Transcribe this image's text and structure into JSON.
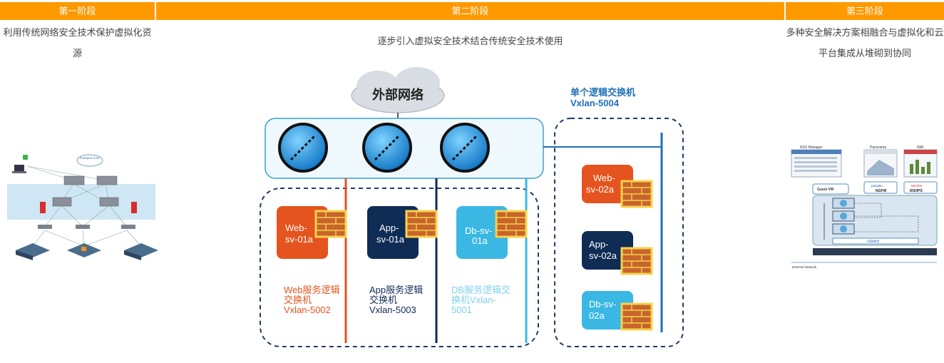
{
  "stages": [
    {
      "title": "第一阶段",
      "desc": "利用传统网络安全技术保护虚拟化资源"
    },
    {
      "title": "第二阶段",
      "desc": "逐步引入虚拟安全技术结合传统安全技术使用"
    },
    {
      "title": "第三阶段",
      "desc": "多种安全解决方案相融合与虚拟化和云平台集成从堆砌到协同"
    }
  ],
  "stage1_diagram": {
    "cloud_label": "Campus Core"
  },
  "stage2_diagram": {
    "cloud_label": "外部网络",
    "single_switch_title": "单个逻辑交换机",
    "single_switch_id": "Vxlan-5004",
    "vms": [
      {
        "l1": "Web-",
        "l2": "sv-01a"
      },
      {
        "l1": "App-",
        "l2": "sv-01a"
      },
      {
        "l1": "Db-sv-",
        "l2": "01a"
      },
      {
        "l1": "Web-",
        "l2": "sv-02a"
      },
      {
        "l1": "App-",
        "l2": "sv-02a"
      },
      {
        "l1": "Db-sv-",
        "l2": "02a"
      }
    ],
    "switch_labels": [
      {
        "l1": "Web服务逻辑",
        "l2": "交换机",
        "l3": "Vxlan-5002"
      },
      {
        "l1": "App服务逻辑",
        "l2": "交换机",
        "l3": "Vxlan-5003"
      },
      {
        "l1": "DB服务逻辑交",
        "l2": "换机Vxlan-",
        "l3": "5001"
      }
    ],
    "colors": {
      "web": "#e5531e",
      "app": "#0f2c55",
      "db": "#3ab7e3",
      "line_blue": "#1d6fb8"
    }
  },
  "stage3_diagram": {
    "panel_titles": [
      "NSX Manager",
      "Panorama",
      "NMI"
    ],
    "guest_vm": "Guest VM",
    "vendor1": "paloalto",
    "vendor1_sub": "NGFW",
    "vendor2": "McAfee",
    "vendor2_sub": "IDS/IPS",
    "vswitch": "vSwitch",
    "external": "External Network"
  }
}
